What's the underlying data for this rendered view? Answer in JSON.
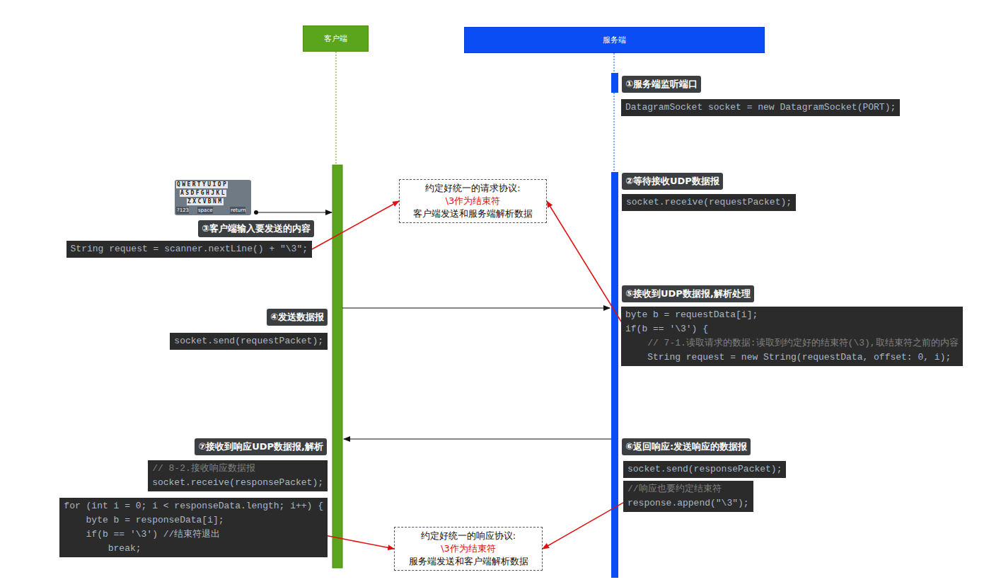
{
  "diagram": {
    "nodes": [
      {
        "text": [
          "客户端"
        ]
      },
      {
        "text": [
          "服务端"
        ]
      },
      {
        "text": [
          "①服务端监听端口"
        ]
      },
      {
        "text": [
          "DatagramSocket socket = new DatagramSocket(PORT);"
        ]
      },
      {
        "text": [
          "约定好统一的请求协议:",
          "\\3作为结束符",
          "客户端发送和服务端解析数据"
        ]
      },
      {
        "text": [
          "②等待接收UDP数据报"
        ]
      },
      {
        "text": [
          "socket.receive(requestPacket);"
        ]
      },
      {
        "text": [
          "③客户端输入要发送的内容"
        ]
      },
      {
        "text": [
          "String request = scanner.nextLine() + \"\\3\";"
        ]
      },
      {
        "text": [
          "⑤接收到UDP数据报,解析处理"
        ]
      },
      {
        "text": [
          "byte b = requestData[i];",
          "if(b == '\\3') {",
          "// 7-1.读取请求的数据:读取到约定好的结束符(\\3),取结束符之前的内容",
          "String request = new String(requestData, offset: 0, i);"
        ]
      },
      {
        "text": [
          "④发送数据报"
        ]
      },
      {
        "text": [
          "socket.send(requestPacket);"
        ]
      },
      {
        "text": [
          "⑦接收到响应UDP数据报,解析"
        ]
      },
      {
        "text": [
          "⑥返回响应:发送响应的数据报"
        ]
      },
      {
        "text": [
          "socket.send(responsePacket);"
        ]
      },
      {
        "text": [
          "// 8-2.接收响应数据报",
          "socket.receive(responsePacket);"
        ]
      },
      {
        "text": [
          "//响应也要约定结束符",
          "response.append(\"\\3\");"
        ]
      },
      {
        "text": [
          "for (int i = 0; i < responseData.length; i++) {",
          "byte b = responseData[i];",
          "if(b == '\\3') //结束符退出",
          "break;"
        ]
      },
      {
        "text": [
          "约定好统一的响应协议:",
          "\\3作为结束符",
          "服务端发送和客户端解析数据"
        ]
      }
    ],
    "edges": [
      {
        "from": 8,
        "to": 4,
        "arrow": "to"
      },
      {
        "from": 10,
        "to": 4,
        "arrow": "to"
      },
      {
        "from": 17,
        "to": 19,
        "arrow": "to"
      },
      {
        "from": 18,
        "to": 19,
        "arrow": "to"
      }
    ],
    "labels": [
      "QWERTYUIOP",
      "ASDFGHJKL",
      "ZXCVBNM",
      "?123",
      "space",
      "return"
    ]
  }
}
